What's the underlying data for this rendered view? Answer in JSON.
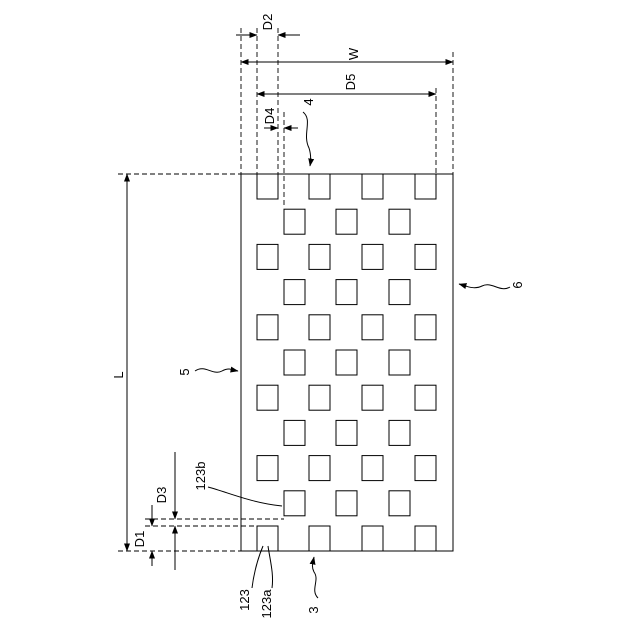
{
  "labels": {
    "d2": "D2",
    "w": "W",
    "d5": "D5",
    "d4": "D4",
    "ref4": "4",
    "ref6": "6",
    "ref5": "5",
    "l": "L",
    "d3": "D3",
    "ref123b": "123b",
    "d1": "D1",
    "ref123": "123",
    "ref123a": "123a",
    "ref3": "3"
  }
}
